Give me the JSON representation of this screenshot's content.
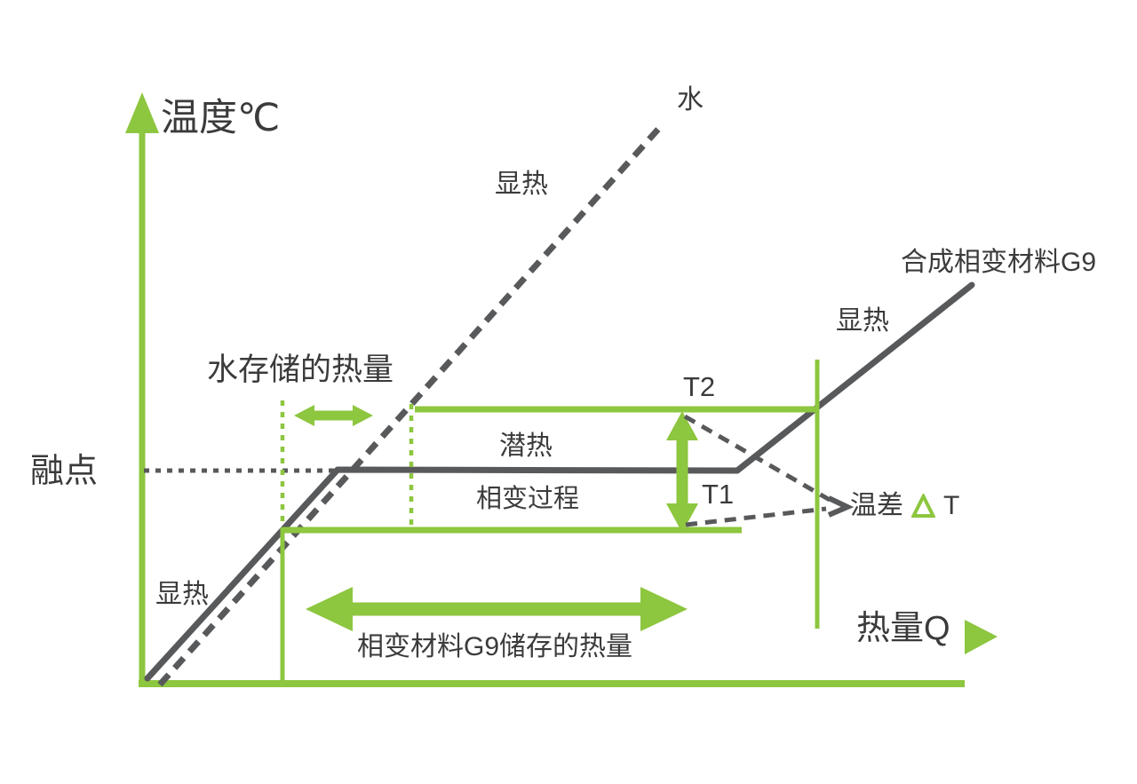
{
  "colors": {
    "green": "#8dc63f",
    "gray": "#58595b",
    "text": "#3b3b3d",
    "bg": "#ffffff"
  },
  "labels": {
    "temperature_axis": "温度℃",
    "heat_axis": "热量Q",
    "water": "水",
    "sensible_heat_water": "显热",
    "g9_material": "合成相变材料G9",
    "sensible_heat_g9": "显热",
    "sensible_heat_left": "显热",
    "melting_point": "融点",
    "water_stored_heat": "水存储的热量",
    "t2": "T2",
    "t1": "T1",
    "latent_heat": "潜热",
    "phase_change_process": "相变过程",
    "temp_diff": "温差",
    "temp_diff_symbol": "△",
    "temp_diff_suffix": "T",
    "g9_stored_heat": "相变材料G9储存的热量"
  },
  "icons": {
    "y_axis_arrow": "▲",
    "x_axis_arrow": "▶",
    "delta_triangle": "△",
    "double_arrow_horizontal": "↔",
    "double_arrow_vertical": "↕"
  },
  "chart_data": {
    "type": "line",
    "title": "",
    "xlabel": "热量Q",
    "ylabel": "温度℃",
    "numeric_axes": false,
    "grid": false,
    "series": [
      {
        "name": "水",
        "style": "dashed",
        "color": "#58595b",
        "points_rel": [
          [
            0.02,
            0.0
          ],
          [
            0.63,
            0.97
          ]
        ]
      },
      {
        "name": "合成相变材料G9",
        "style": "solid",
        "color": "#58595b",
        "points_rel": [
          [
            0.01,
            0.01
          ],
          [
            0.24,
            0.37
          ],
          [
            0.72,
            0.37
          ],
          [
            1.0,
            0.69
          ]
        ]
      }
    ],
    "reference_levels": [
      {
        "label": "融点",
        "t_rel": 0.37,
        "style": "dotted-gray"
      },
      {
        "label": "T1",
        "t_rel": 0.27,
        "style": "green-line"
      },
      {
        "label": "T2",
        "t_rel": 0.48,
        "style": "green-line"
      }
    ],
    "annotations": [
      {
        "text": "显热",
        "target": "water-lower-segment"
      },
      {
        "text": "显热",
        "target": "g9-lower-segment"
      },
      {
        "text": "显热",
        "target": "g9-upper-segment"
      },
      {
        "text": "潜热",
        "target": "g9-plateau-above"
      },
      {
        "text": "相变过程",
        "target": "g9-plateau-below"
      },
      {
        "text": "水存储的热量",
        "target": "water-span-T1-T2",
        "marker": "small-double-arrow"
      },
      {
        "text": "相变材料G9储存的热量",
        "target": "g9-span-T1-T2",
        "marker": "large-double-arrow"
      },
      {
        "text": "温差 △T",
        "target": "T1-T2-gap",
        "marker": "vertical-double-arrow"
      }
    ]
  }
}
